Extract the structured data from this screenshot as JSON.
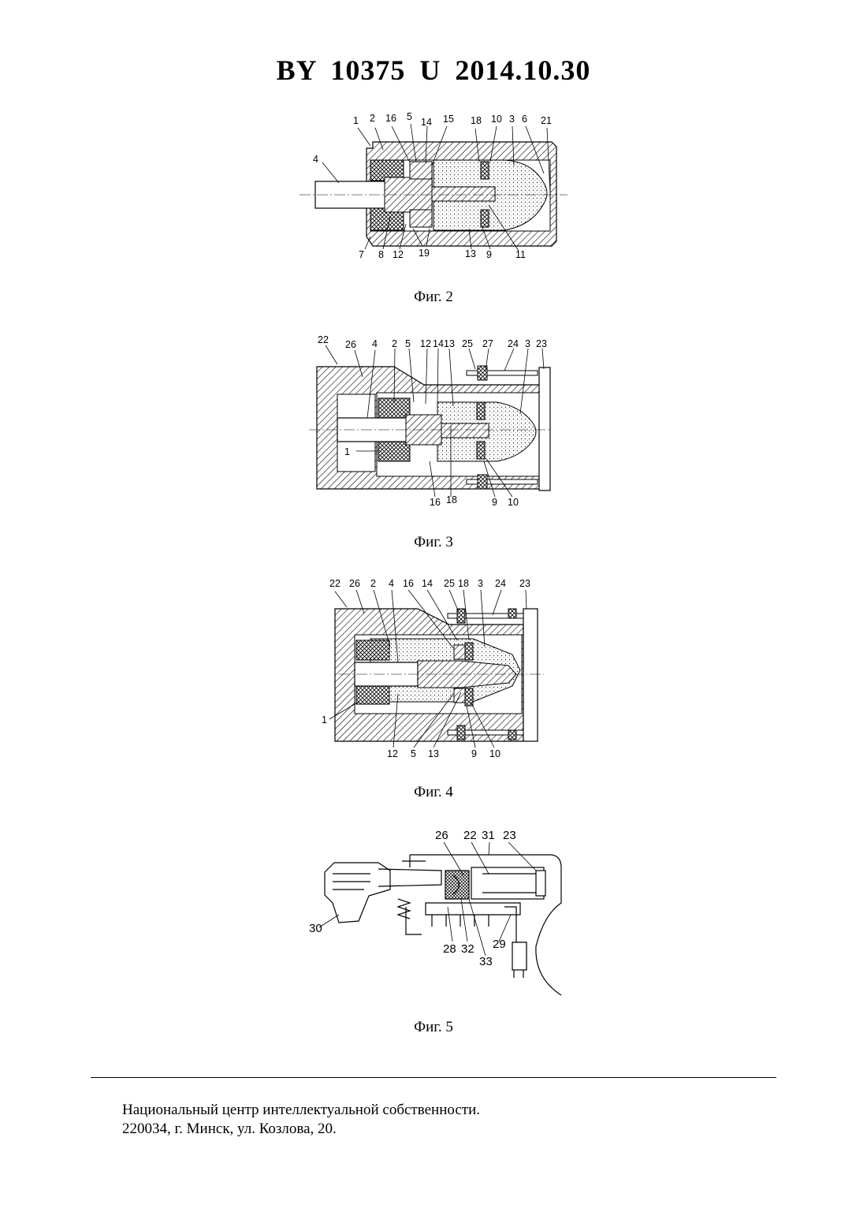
{
  "header": {
    "doc_id": "BY  10375  U  2014.10.30"
  },
  "figures": [
    {
      "caption": "Фиг. 2",
      "labels": {
        "l1": "1",
        "l2": "2",
        "l16": "16",
        "l5": "5",
        "l14": "14",
        "l15": "15",
        "l18": "18",
        "l10": "10",
        "l3": "3",
        "l6": "6",
        "l21": "21",
        "l4": "4",
        "l7": "7",
        "l8": "8",
        "l12": "12",
        "l19": "19",
        "l13": "13",
        "l9": "9",
        "l11": "11"
      }
    },
    {
      "caption": "Фиг. 3",
      "labels": {
        "l22": "22",
        "l26": "26",
        "l4": "4",
        "l2": "2",
        "l5": "5",
        "l12": "12",
        "l14": "14",
        "l13": "13",
        "l25": "25",
        "l27": "27",
        "l24": "24",
        "l3": "3",
        "l23": "23",
        "l1": "1",
        "l16": "16",
        "l18": "18",
        "l9": "9",
        "l10": "10"
      }
    },
    {
      "caption": "Фиг. 4",
      "labels": {
        "l22": "22",
        "l26": "26",
        "l2": "2",
        "l4": "4",
        "l16": "16",
        "l14": "14",
        "l25": "25",
        "l18": "18",
        "l3": "3",
        "l24": "24",
        "l23": "23",
        "l1": "1",
        "l12": "12",
        "l5": "5",
        "l13": "13",
        "l9": "9",
        "l10": "10"
      }
    },
    {
      "caption": "Фиг. 5",
      "labels": {
        "l26": "26",
        "l22": "22",
        "l31": "31",
        "l23": "23",
        "l30": "30",
        "l28": "28",
        "l32": "32",
        "l29": "29",
        "l33": "33"
      }
    }
  ],
  "footer": {
    "line1": "Национальный центр интеллектуальной собственности.",
    "line2": "220034, г. Минск, ул. Козлова, 20."
  }
}
